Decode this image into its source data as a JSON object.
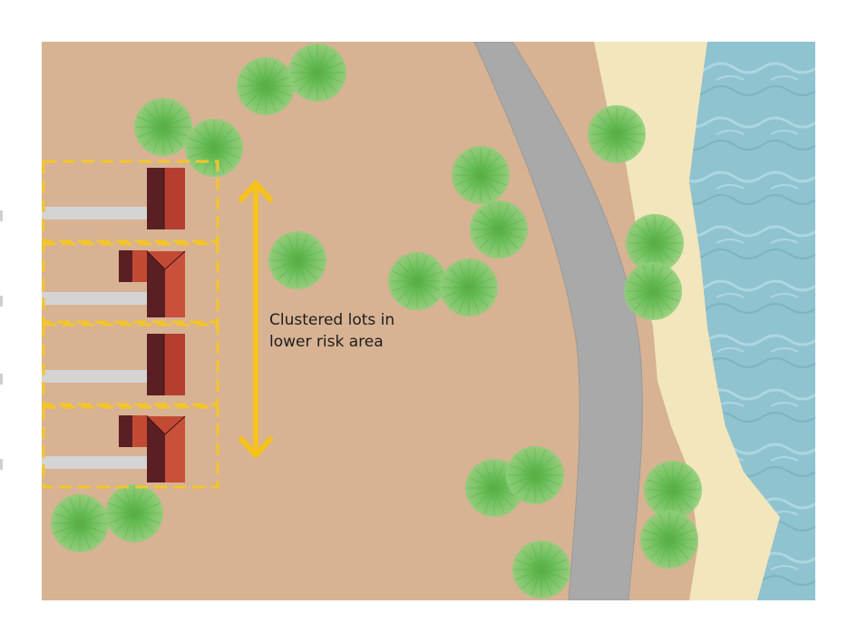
{
  "annotation": {
    "line1": "Clustered lots in",
    "line2": "lower risk area"
  },
  "colors": {
    "land": "#d7b293",
    "road": "#a9a9a9",
    "beach": "#f1e6bc",
    "water": "#8fc3d0",
    "tree": "#7cc86a",
    "lot_outline": "#f3c52b",
    "arrow": "#f6c21c",
    "roof_red": "#c24a35",
    "roof_dark": "#5a1f22",
    "driveway": "#d4d4d4"
  },
  "icons": {
    "arrow": "double-vertical-arrow-icon",
    "tree": "tree-canopy-icon",
    "house": "house-roof-icon"
  },
  "lots": [
    {
      "id": 1,
      "house_style": "flat-roof"
    },
    {
      "id": 2,
      "house_style": "hip-roof"
    },
    {
      "id": 3,
      "house_style": "flat-roof"
    },
    {
      "id": 4,
      "house_style": "hip-roof"
    }
  ]
}
